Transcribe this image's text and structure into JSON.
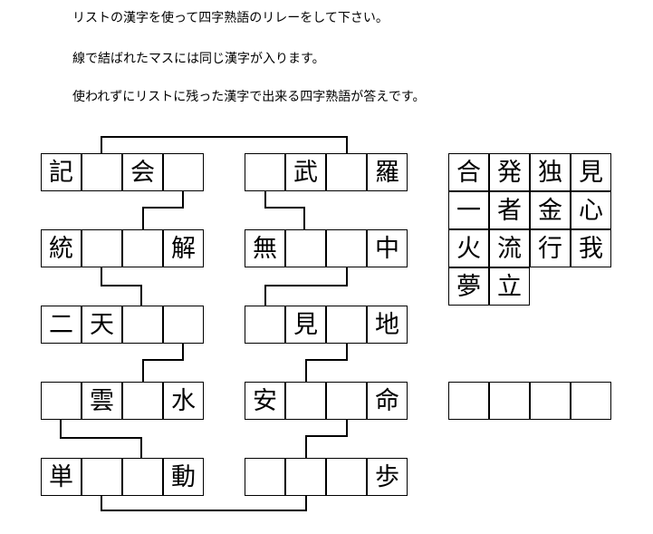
{
  "instructions": [
    "リストの漢字を使って四字熟語のリレーをして下さい。",
    "線で結ばれたマスには同じ漢字が入ります。",
    "使われずにリストに残った漢字で出来る四字熟語が答えです。"
  ],
  "left_column": [
    [
      "記",
      "",
      "会",
      ""
    ],
    [
      "統",
      "",
      "",
      "解"
    ],
    [
      "二",
      "天",
      "",
      ""
    ],
    [
      "",
      "雲",
      "",
      "水"
    ],
    [
      "単",
      "",
      "",
      "動"
    ]
  ],
  "right_column": [
    [
      "",
      "武",
      "",
      "羅"
    ],
    [
      "無",
      "",
      "",
      "中"
    ],
    [
      "",
      "見",
      "",
      "地"
    ],
    [
      "安",
      "",
      "",
      "命"
    ],
    [
      "",
      "",
      "",
      "歩"
    ]
  ],
  "kanji_list": [
    [
      "合",
      "発",
      "独",
      "見"
    ],
    [
      "一",
      "者",
      "金",
      "心"
    ],
    [
      "火",
      "流",
      "行",
      "我"
    ],
    [
      "夢",
      "立"
    ]
  ],
  "answer": [
    "",
    "",
    "",
    ""
  ]
}
